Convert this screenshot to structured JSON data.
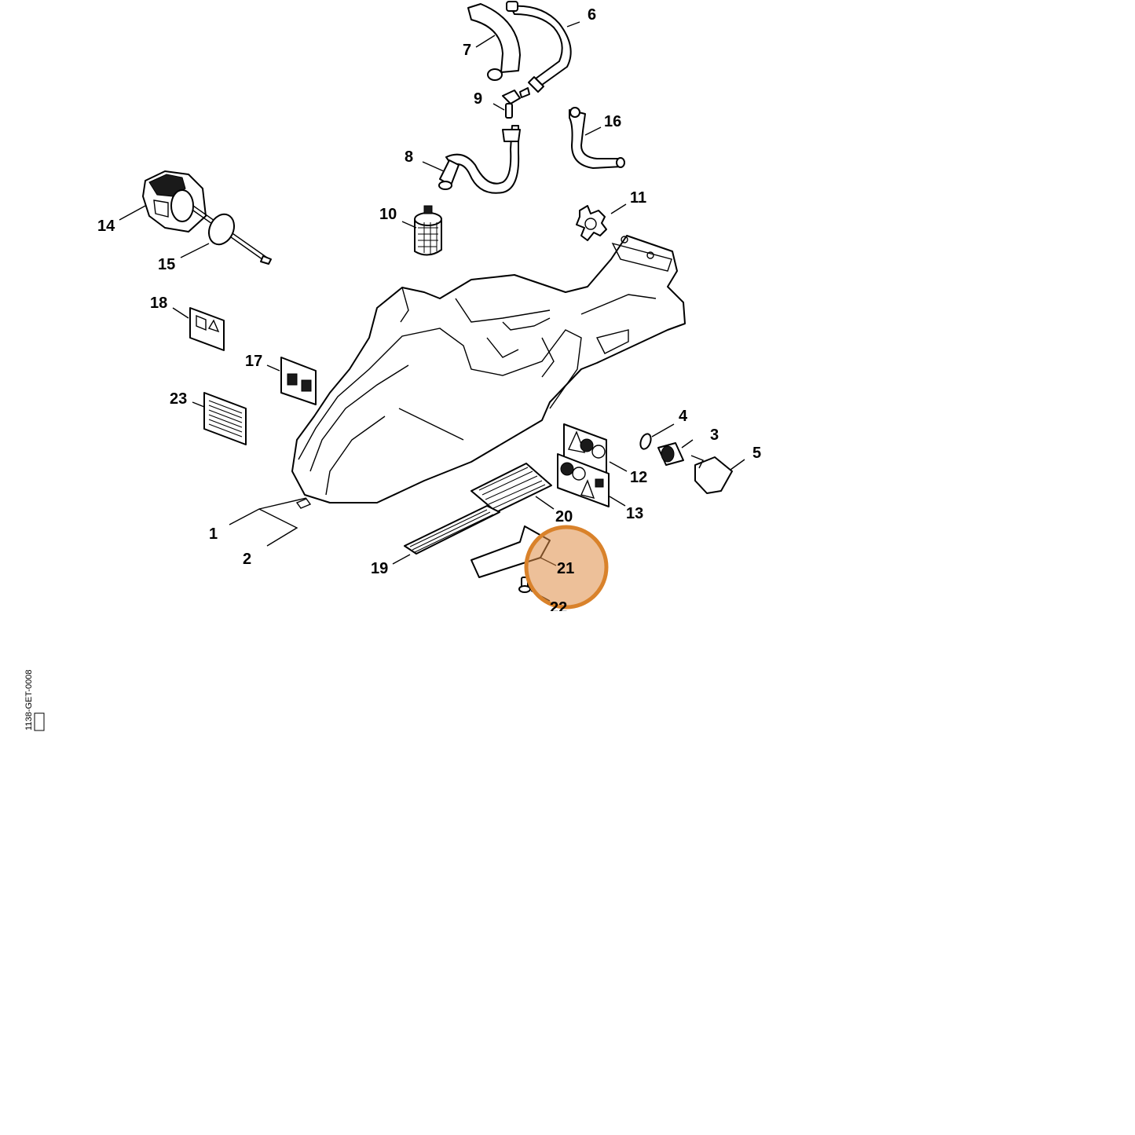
{
  "diagram": {
    "callouts": [
      {
        "id": "1",
        "text": "1"
      },
      {
        "id": "2",
        "text": "2"
      },
      {
        "id": "3",
        "text": "3"
      },
      {
        "id": "4",
        "text": "4"
      },
      {
        "id": "5",
        "text": "5"
      },
      {
        "id": "6",
        "text": "6"
      },
      {
        "id": "7",
        "text": "7"
      },
      {
        "id": "8",
        "text": "8"
      },
      {
        "id": "9",
        "text": "9"
      },
      {
        "id": "10",
        "text": "10"
      },
      {
        "id": "11",
        "text": "11"
      },
      {
        "id": "12",
        "text": "12"
      },
      {
        "id": "13",
        "text": "13"
      },
      {
        "id": "14",
        "text": "14"
      },
      {
        "id": "15",
        "text": "15"
      },
      {
        "id": "16",
        "text": "16"
      },
      {
        "id": "17",
        "text": "17"
      },
      {
        "id": "18",
        "text": "18"
      },
      {
        "id": "19",
        "text": "19"
      },
      {
        "id": "20",
        "text": "20"
      },
      {
        "id": "21",
        "text": "21"
      },
      {
        "id": "22",
        "text": "22"
      },
      {
        "id": "23",
        "text": "23"
      }
    ],
    "highlight": {
      "part": "21",
      "color": "#d9822b",
      "fill": "rgba(222,140,70,0.55)"
    },
    "drawing_code": "1138-GET-0008"
  }
}
